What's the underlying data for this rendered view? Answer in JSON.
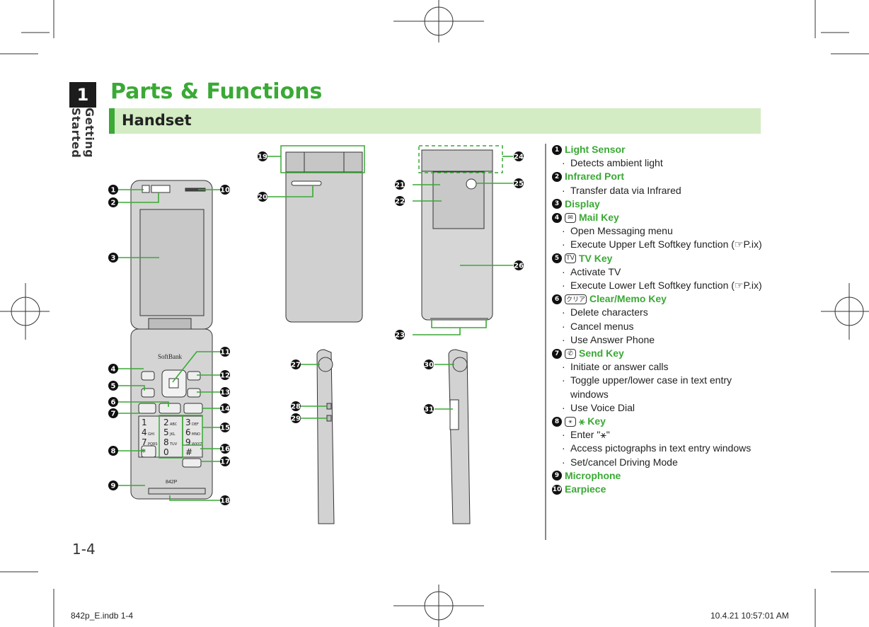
{
  "chapter": {
    "number": "1",
    "name": "Getting Started"
  },
  "page_number": "1-4",
  "title": "Parts & Functions",
  "section": "Handset",
  "phone_brand": "SoftBank",
  "phone_model": "842P",
  "keypad": [
    {
      "digit": "1",
      "letters": ""
    },
    {
      "digit": "2",
      "letters": "ABC"
    },
    {
      "digit": "3",
      "letters": "DEF"
    },
    {
      "digit": "4",
      "letters": "GHI"
    },
    {
      "digit": "5",
      "letters": "JKL"
    },
    {
      "digit": "6",
      "letters": "MNO"
    },
    {
      "digit": "7",
      "letters": "PQRS"
    },
    {
      "digit": "8",
      "letters": "TUV"
    },
    {
      "digit": "9",
      "letters": "WXYZ"
    },
    {
      "digit": "*",
      "letters": ""
    },
    {
      "digit": "0",
      "letters": ""
    },
    {
      "digit": "#",
      "letters": ""
    }
  ],
  "callout_numbers": [
    "❶",
    "❷",
    "❸",
    "❹",
    "❺",
    "❻",
    "❼",
    "❽",
    "❾",
    "❿",
    "⓫",
    "⓬",
    "⓭",
    "⓮",
    "⓯",
    "⓰",
    "⓱",
    "⓲",
    "⓳",
    "⓴",
    "㉑",
    "㉒",
    "㉓",
    "㉔",
    "㉕",
    "㉖",
    "㉗",
    "㉘",
    "㉙",
    "㉚",
    "㉛"
  ],
  "items": [
    {
      "num": "1",
      "title": "Light Sensor",
      "icon": "",
      "lines": [
        "Detects ambient light"
      ]
    },
    {
      "num": "2",
      "title": "Infrared Port",
      "icon": "",
      "lines": [
        "Transfer data via Infrared"
      ]
    },
    {
      "num": "3",
      "title": "Display",
      "icon": "",
      "lines": []
    },
    {
      "num": "4",
      "title": "Mail Key",
      "icon": "✉",
      "lines": [
        "Open Messaging menu",
        "Execute Upper Left Softkey function (☞P.ix)"
      ]
    },
    {
      "num": "5",
      "title": "TV Key",
      "icon": "TV",
      "lines": [
        "Activate TV",
        "Execute Lower Left Softkey function (☞P.ix)"
      ]
    },
    {
      "num": "6",
      "title": "Clear/Memo Key",
      "icon": "クリア",
      "lines": [
        "Delete characters",
        "Cancel menus",
        "Use Answer Phone"
      ]
    },
    {
      "num": "7",
      "title": "Send Key",
      "icon": "✆",
      "lines": [
        "Initiate or answer calls",
        "Toggle upper/lower case in text entry windows",
        "Use Voice Dial"
      ]
    },
    {
      "num": "8",
      "title": "⚹ Key",
      "icon": "⚹",
      "lines": [
        "Enter \"⚹\"",
        "Access pictographs in text entry windows",
        "Set/cancel Driving Mode"
      ]
    },
    {
      "num": "9",
      "title": "Microphone",
      "icon": "",
      "lines": []
    },
    {
      "num": "10",
      "title": "Earpiece",
      "icon": "",
      "lines": []
    }
  ],
  "footer": {
    "left": "842p_E.indb   1-4",
    "right": "10.4.21   10:57:01 AM"
  },
  "colors": {
    "accent": "#3aa935",
    "band": "#d3ecc4"
  }
}
